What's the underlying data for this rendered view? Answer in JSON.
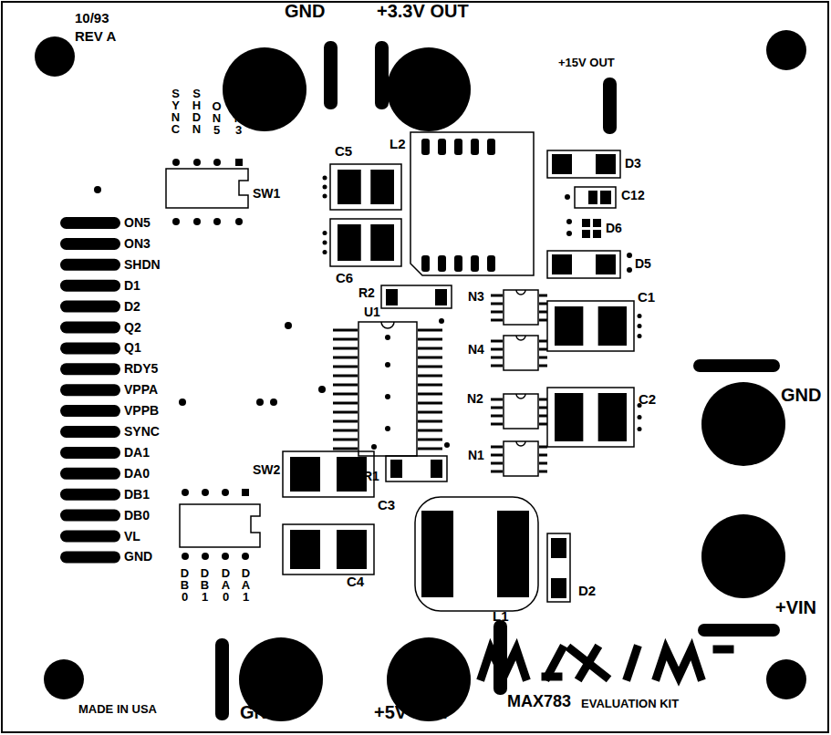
{
  "diagram": {
    "labels": [
      "10/93",
      "REV A",
      "GND",
      "+3.3V OUT",
      "+15V OUT",
      "SYNC",
      "SHDN",
      "ON5",
      "ON3",
      "SW1",
      "C5",
      "L2",
      "D3",
      "C12",
      "D6",
      "D5",
      "C6",
      "R2",
      "U1",
      "N3",
      "C1",
      "N4",
      "N2",
      "N1",
      "C2",
      "GND",
      "ON5",
      "ON3",
      "SHDN",
      "D1",
      "D2",
      "Q2",
      "Q1",
      "RDY5",
      "VPPA",
      "VPPB",
      "SYNC",
      "DA1",
      "DA0",
      "DB1",
      "DB0",
      "VL",
      "GND",
      "SW2",
      "R1",
      "C3",
      "C4",
      "L1",
      "D2",
      "DB0",
      "DB1",
      "DA0",
      "DA1",
      "+VIN",
      "MADE IN USA",
      "GND",
      "+5V OUT",
      "MAX783",
      "EVALUATION KIT"
    ]
  }
}
